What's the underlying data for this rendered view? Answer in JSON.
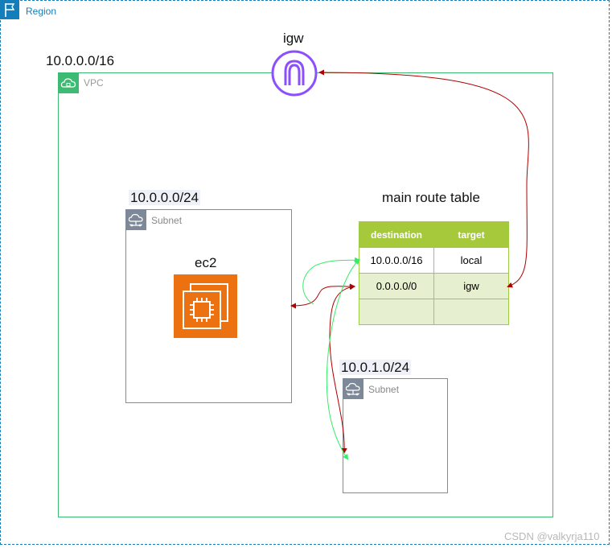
{
  "region": {
    "label": "Region",
    "icon": "region-flag-icon",
    "color": "#147eba"
  },
  "vpc": {
    "cidr": "10.0.0.0/16",
    "label": "VPC",
    "icon": "vpc-cloud-icon",
    "color": "#3dbb72"
  },
  "igw": {
    "label": "igw",
    "icon": "internet-gateway-icon",
    "color": "#8c4fff"
  },
  "subnet_a": {
    "cidr": "10.0.0.0/24",
    "label": "Subnet",
    "icon": "subnet-icon"
  },
  "ec2": {
    "label": "ec2",
    "icon": "ec2-instance-icon",
    "color": "#ec7211"
  },
  "subnet_b": {
    "cidr": "10.0.1.0/24",
    "label": "Subnet",
    "icon": "subnet-icon"
  },
  "route_table": {
    "title": "main route table",
    "headers": [
      "destination",
      "target"
    ],
    "rows": [
      [
        "10.0.0.0/16",
        "local"
      ],
      [
        "0.0.0.0/0",
        "igw"
      ],
      [
        "",
        ""
      ]
    ],
    "header_color": "#a6c93c"
  },
  "connectors": {
    "local_route_color": "#33ee66",
    "igw_route_color": "#b00000"
  },
  "watermark": "CSDN @valkyrja110"
}
